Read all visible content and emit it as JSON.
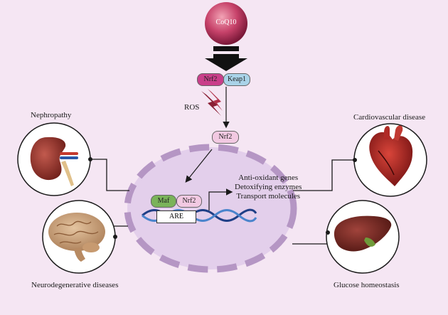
{
  "diagram": {
    "top_node": "CoQ10",
    "complex": {
      "left": "Nrf2",
      "right": "Keap1"
    },
    "trigger": "ROS",
    "free_factor": "Nrf2",
    "nucleus_complex": {
      "maf": "Maf",
      "nrf2": "Nrf2",
      "element": "ARE"
    },
    "target_genes": [
      "Anti-oxidant genes",
      "Detoxifying enzymes",
      "Transport molecules"
    ],
    "outcomes": {
      "nephropathy": "Nephropathy",
      "cardiovascular": "Cardiovascular disease",
      "neurodegenerative": "Neurodegenerative diseases",
      "glucose": "Glucose homeostasis"
    },
    "colors": {
      "background": "#f5e6f3",
      "coq10": "#c7426a",
      "nrf2": "#c93f8a",
      "keap1": "#a9d3e8",
      "maf": "#7ab35a",
      "nucleus": "#e3cfeb",
      "nucleus_border": "#b596c4",
      "dna_dark": "#1f3f86",
      "dna_light": "#4a84cc"
    }
  }
}
